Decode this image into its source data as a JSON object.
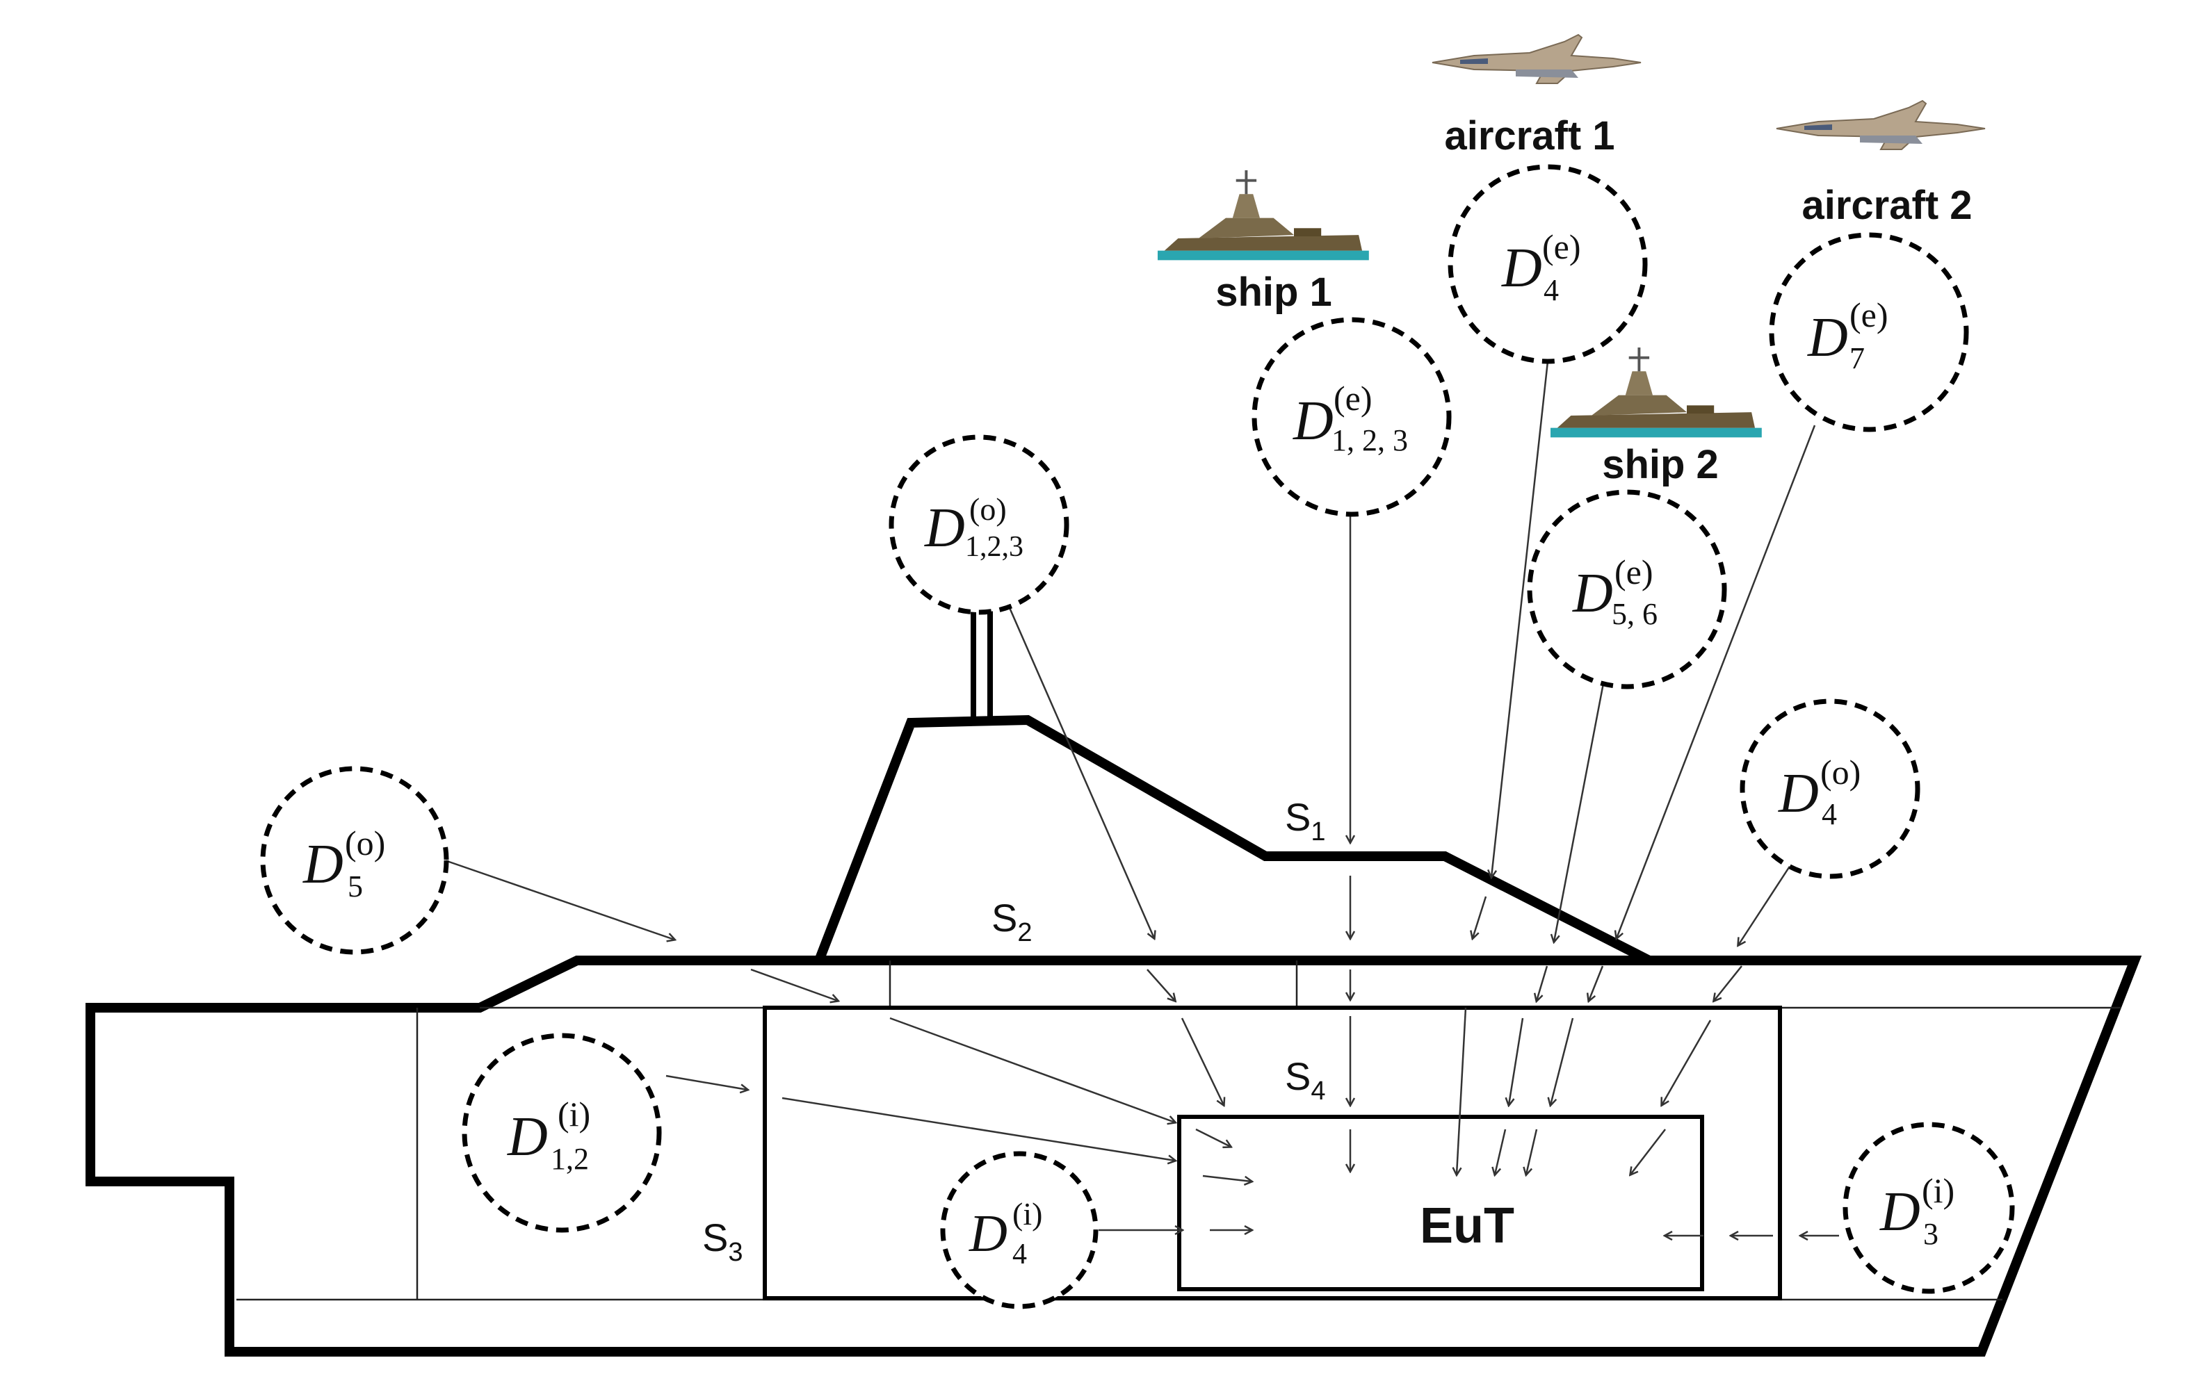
{
  "labels": {
    "aircraft1": "aircraft 1",
    "aircraft2": "aircraft 2",
    "ship1": "ship 1",
    "ship2": "ship 2",
    "eut": "EuT"
  },
  "surfaces": [
    {
      "id": "s1",
      "base": "S",
      "sub": "1"
    },
    {
      "id": "s2",
      "base": "S",
      "sub": "2"
    },
    {
      "id": "s3",
      "base": "S",
      "sub": "3"
    },
    {
      "id": "s4",
      "base": "S",
      "sub": "4"
    }
  ],
  "disturbances": [
    {
      "id": "d123e",
      "base": "D",
      "sup": "(e)",
      "sub": "1, 2, 3"
    },
    {
      "id": "d4e",
      "base": "D",
      "sup": "(e)",
      "sub": "4"
    },
    {
      "id": "d7e",
      "base": "D",
      "sup": "(e)",
      "sub": "7"
    },
    {
      "id": "d56e",
      "base": "D",
      "sup": "(e)",
      "sub": "5, 6"
    },
    {
      "id": "d123o",
      "base": "D",
      "sup": "(o)",
      "sub": "1,2,3"
    },
    {
      "id": "d5o",
      "base": "D",
      "sup": "(o)",
      "sub": "5"
    },
    {
      "id": "d4o",
      "base": "D",
      "sup": "(o)",
      "sub": "4"
    },
    {
      "id": "d12i",
      "base": "D",
      "sup": "(i)",
      "sub": "1,2"
    },
    {
      "id": "d4i",
      "base": "D",
      "sup": "(i)",
      "sub": "4"
    },
    {
      "id": "d3i",
      "base": "D",
      "sup": "(i)",
      "sub": "3"
    }
  ],
  "colors": {
    "line": "#000000",
    "sea": "#2aa6b0",
    "aircraft": "#b6a48c",
    "ship_hull": "#6b5a3a"
  },
  "icons": [
    "aircraft-icon",
    "ship-icon"
  ]
}
